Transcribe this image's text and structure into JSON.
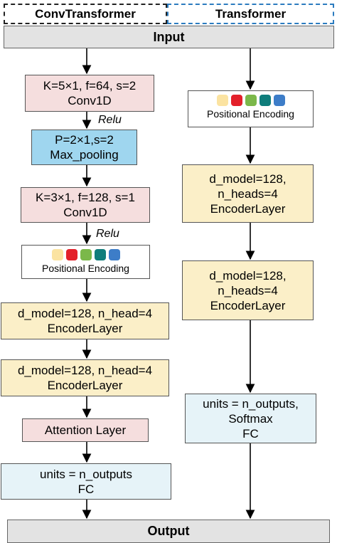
{
  "headers": {
    "left": "ConvTransformer",
    "right": "Transformer"
  },
  "input_label": "Input",
  "output_label": "Output",
  "left": {
    "conv1": [
      "K=5×1, f=64, s=2",
      "Conv1D"
    ],
    "relu1": "Relu",
    "pool": [
      "P=2×1,s=2",
      "Max_pooling"
    ],
    "conv2": [
      "K=3×1, f=128, s=1",
      "Conv1D"
    ],
    "relu2": "Relu",
    "pe_label": "Positional Encoding",
    "enc1": [
      "d_model=128, n_head=4",
      "EncoderLayer"
    ],
    "enc2": [
      "d_model=128, n_head=4",
      "EncoderLayer"
    ],
    "attention": "Attention Layer",
    "fc": [
      "units = n_outputs",
      "FC"
    ]
  },
  "right": {
    "pe_label": "Positional Encoding",
    "enc1": [
      "d_model=128,",
      "n_heads=4",
      "EncoderLayer"
    ],
    "enc2": [
      "d_model=128,",
      "n_heads=4",
      "EncoderLayer"
    ],
    "fc": [
      "units = n_outputs,",
      "Softmax",
      "FC"
    ]
  },
  "colors": {
    "pe_squares": [
      "#fbe3a1",
      "#e3202a",
      "#7bb84a",
      "#0f7d7b",
      "#3d7dc8"
    ]
  }
}
